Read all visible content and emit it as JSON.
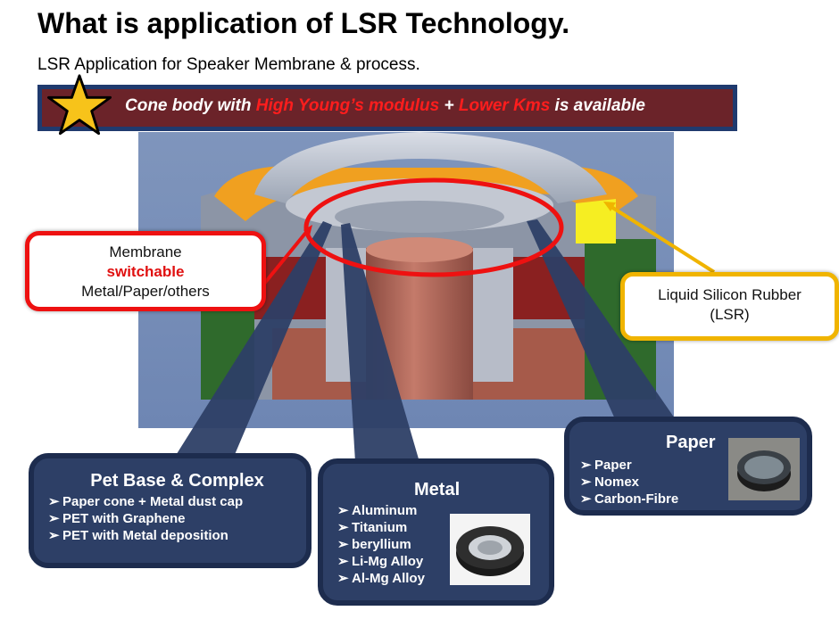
{
  "title": "What is application of LSR Technology.",
  "subtitle": "LSR Application for Speaker Membrane & process.",
  "banner": {
    "part1": "Cone body with ",
    "highlight1": "High Young’s modulus",
    "part2": " + ",
    "highlight2": "Lower Kms",
    "part3": " is available"
  },
  "membrane_callout": {
    "line1": "Membrane",
    "line2": "switchable",
    "line3": "Metal/Paper/others"
  },
  "lsr_callout": {
    "line1": "Liquid Silicon Rubber",
    "line2": "(LSR)"
  },
  "pet_box": {
    "heading": "Pet Base & Complex",
    "items": [
      "Paper cone + Metal dust cap",
      "PET with Graphene",
      "PET with Metal deposition"
    ]
  },
  "metal_box": {
    "heading": "Metal",
    "items": [
      "Aluminum",
      "Titanium",
      "beryllium",
      "Li-Mg Alloy",
      "Al-Mg Alloy"
    ]
  },
  "paper_box": {
    "heading": "Paper",
    "items": [
      "Paper",
      "Nomex",
      "Carbon-Fibre"
    ]
  },
  "bullet": "➢",
  "colors": {
    "banner_bg": "#6b2329",
    "banner_border": "#1f3a6e",
    "highlight_red": "#ff1d1d",
    "membrane_border": "#ee1111",
    "lsr_border": "#f0b400",
    "box_bg": "#2d3f66",
    "lsr_orange": "#f0a020"
  }
}
